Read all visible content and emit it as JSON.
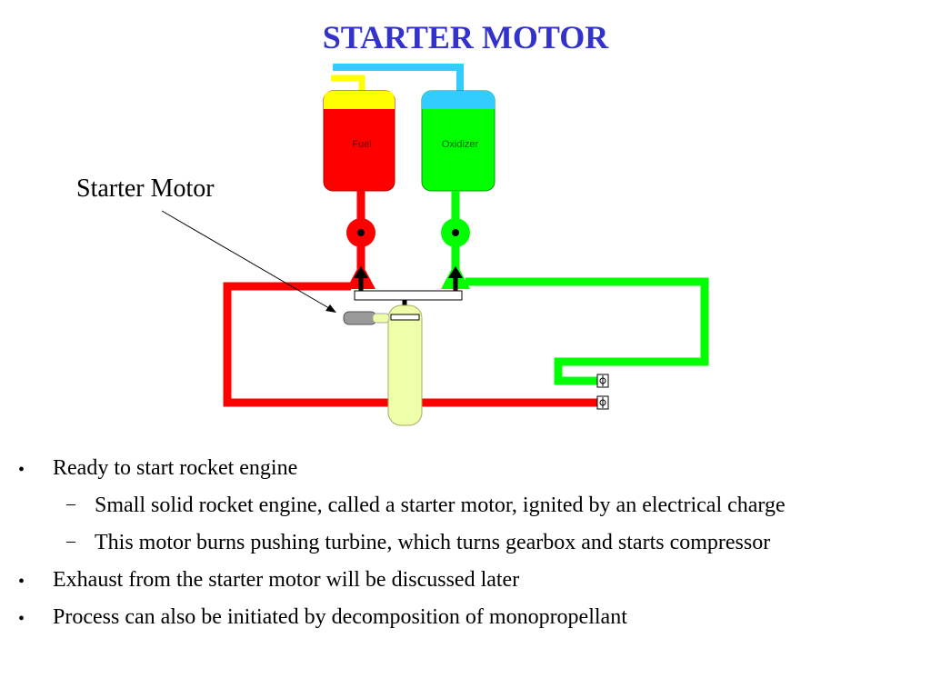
{
  "title": "STARTER MOTOR",
  "diagram": {
    "callout_label": "Starter Motor",
    "tanks": {
      "fuel": {
        "label": "Fuel",
        "color": "#ff0000",
        "cap_color": "#ffff00"
      },
      "oxidizer": {
        "label": "Oxidizer",
        "color": "#00ff00",
        "cap_color": "#33ccff"
      }
    },
    "colors": {
      "fuel_line": "#ff0000",
      "oxidizer_line": "#00ff00",
      "pressurant_line": "#33ccff",
      "fuel_cap_line": "#ffff00",
      "combustion_chamber": "#eeffaa",
      "starter_motor": "#999999"
    }
  },
  "bullets": [
    {
      "level": 1,
      "marker": "•",
      "text": "Ready to start rocket engine"
    },
    {
      "level": 2,
      "marker": "–",
      "text": "Small solid rocket engine, called a starter motor, ignited by an electrical charge"
    },
    {
      "level": 2,
      "marker": "–",
      "text": "This motor burns pushing turbine, which turns gearbox and starts compressor"
    },
    {
      "level": 1,
      "marker": "•",
      "text": "Exhaust from the starter motor will be discussed later"
    },
    {
      "level": 1,
      "marker": "•",
      "text": "Process can also be initiated by decomposition of monopropellant"
    }
  ]
}
